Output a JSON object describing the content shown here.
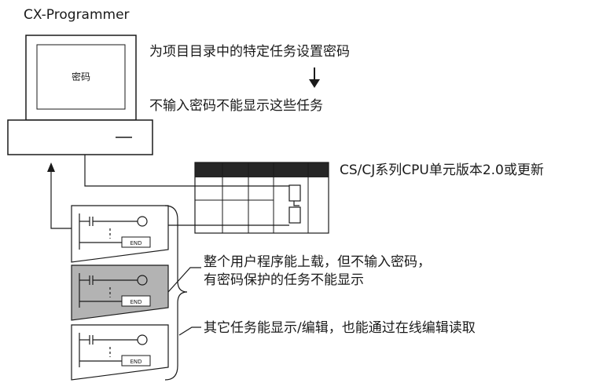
{
  "app_label": "CX-Programmer",
  "monitor_screen_text": "密码",
  "step1": "为项目目录中的特定任务设置密码",
  "step2": "不输入密码不能显示这些任务",
  "plc_label": "CS/CJ系列CPU单元版本2.0或更新",
  "ladder_end_label": "END",
  "note_protected_line1": "整个用户程序能上载，但不输入密码，",
  "note_protected_line2": "有密码保护的任务不能显示",
  "note_other": "其它任务能显示/编辑，也能通过在线编辑读取",
  "colors": {
    "protected_task_fill": "#b3b3b3",
    "plc_top_bar": "#262626",
    "line": "#1a1a1a"
  }
}
